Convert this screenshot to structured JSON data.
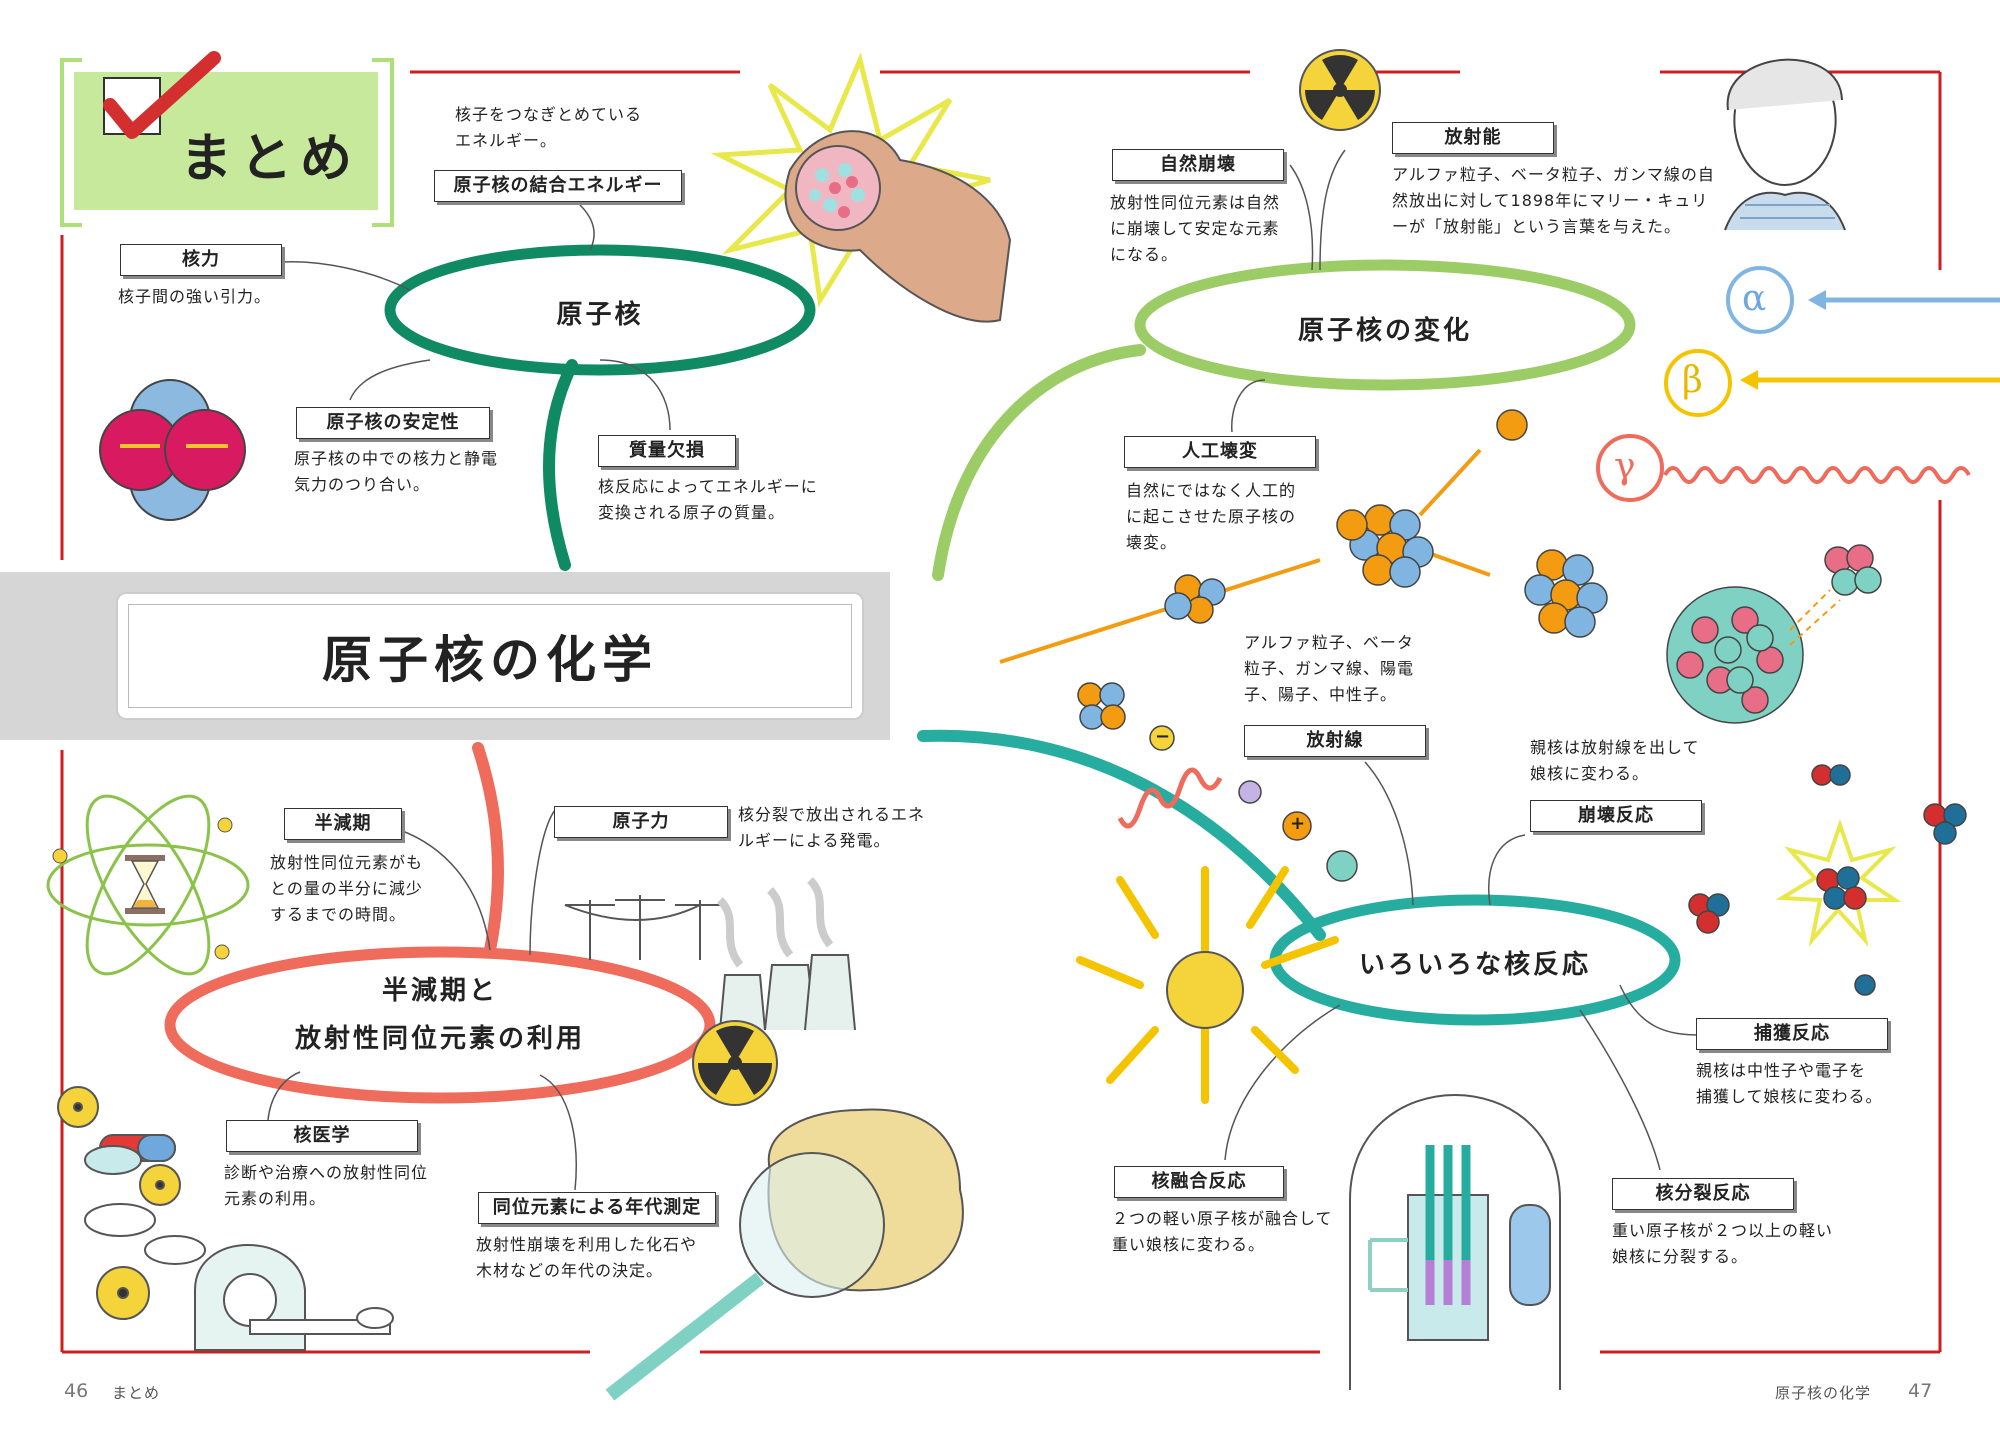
{
  "summary_label": "まとめ",
  "title": "原子核の化学",
  "topics": {
    "nucleus": "原子核",
    "change": "原子核の変化",
    "halflife_line1": "半減期と",
    "halflife_line2": "放射性同位元素の利用",
    "reactions": "いろいろな核反応"
  },
  "terms": {
    "binding": {
      "label": "原子核の結合エネルギー",
      "desc": "核子をつなぎとめている\nエネルギー。"
    },
    "nuclear_force": {
      "label": "核力",
      "desc": "核子間の強い引力。"
    },
    "stability": {
      "label": "原子核の安定性",
      "desc": "原子核の中での核力と静電\n気力のつり合い。"
    },
    "mass_defect": {
      "label": "質量欠損",
      "desc": "核反応によってエネルギーに\n変換される原子の質量。"
    },
    "natural_decay": {
      "label": "自然崩壊",
      "desc": "放射性同位元素は自然\nに崩壊して安定な元素\nになる。"
    },
    "radioactivity": {
      "label": "放射能",
      "desc": "アルファ粒子、ベータ粒子、ガンマ線の自\n然放出に対して1898年にマリー・キュリ\nーが「放射能」という言葉を与えた。"
    },
    "artificial": {
      "label": "人工壊変",
      "desc": "自然にではなく人工的\nに起こさせた原子核の\n壊変。"
    },
    "radiation": {
      "label": "放射線",
      "desc": "アルファ粒子、ベータ\n粒子、ガンマ線、陽電\n子、陽子、中性子。"
    },
    "decay_reaction": {
      "label": "崩壊反応",
      "desc": "親核は放射線を出して\n娘核に変わる。"
    },
    "capture": {
      "label": "捕獲反応",
      "desc": "親核は中性子や電子を\n捕獲して娘核に変わる。"
    },
    "fusion": {
      "label": "核融合反応",
      "desc": "２つの軽い原子核が融合して\n重い娘核に変わる。"
    },
    "fission": {
      "label": "核分裂反応",
      "desc": "重い原子核が２つ以上の軽い\n娘核に分裂する。"
    },
    "halflife": {
      "label": "半減期",
      "desc": "放射性同位元素がも\nとの量の半分に減少\nするまでの時間。"
    },
    "nuclear_power": {
      "label": "原子力",
      "desc": "核分裂で放出されるエネ\nルギーによる発電。"
    },
    "nuclear_medicine": {
      "label": "核医学",
      "desc": "診断や治療への放射性同位\n元素の利用。"
    },
    "dating": {
      "label": "同位元素による年代測定",
      "desc": "放射性崩壊を利用した化石や\n木材などの年代の決定。"
    }
  },
  "greek": {
    "alpha": "α",
    "beta": "β",
    "gamma": "γ"
  },
  "charges": {
    "minus": "−",
    "plus": "+"
  },
  "footer": {
    "left_page": "46",
    "left_label": "まとめ",
    "right_label": "原子核の化学",
    "right_page": "47"
  },
  "colors": {
    "nucleus_ring": "#0f8a62",
    "change_ring": "#9ccc65",
    "halflife_ring": "#ef6b5b",
    "reactions_ring": "#26ada0",
    "frame_red": "#cc1f1f",
    "summary_green": "#c6e99b",
    "banner_gray": "#d6d6d6"
  }
}
